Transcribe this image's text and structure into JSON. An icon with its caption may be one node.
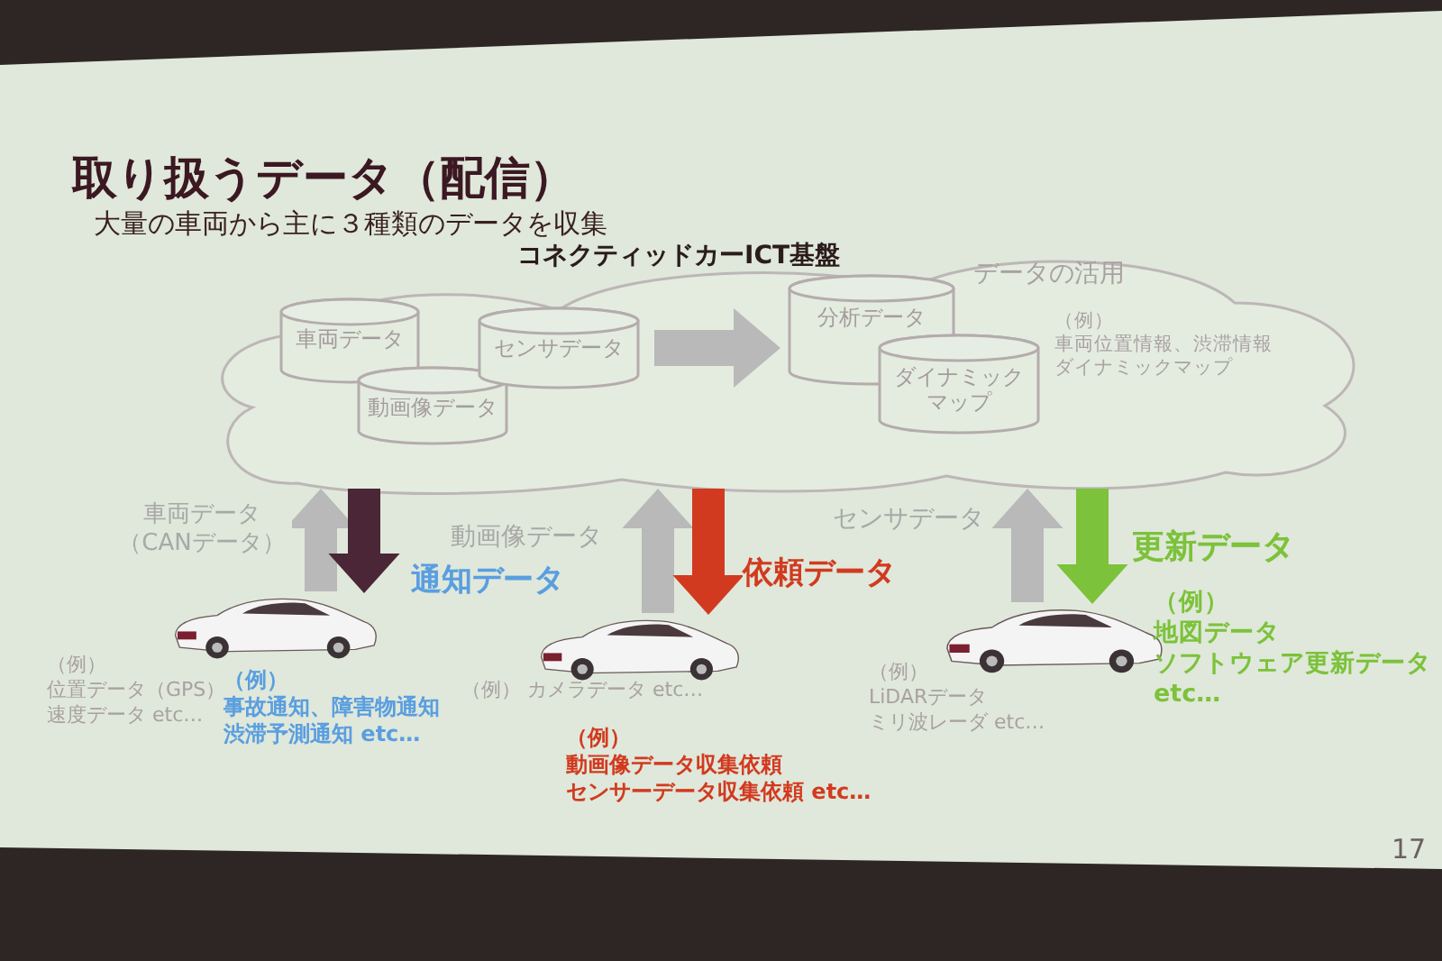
{
  "diagram": {
    "title": "取り扱うデータ（配信）",
    "nodes": [
      {
        "text": [
          "コネクティッドカーICT基盤",
          "データの活用",
          "（例）",
          "車両位置情報、渋滞情報",
          "ダイナミックマップ"
        ]
      },
      {
        "text": [
          "車両データ"
        ],
        "in": 0
      },
      {
        "text": [
          "動画像データ"
        ],
        "in": 0
      },
      {
        "text": [
          "センサデータ"
        ],
        "in": 0
      },
      {
        "text": [
          "分析データ"
        ],
        "in": 0
      },
      {
        "text": [
          "ダイナミックマップ"
        ],
        "in": 0
      },
      {
        "text": [],
        "shape": "picture"
      },
      {
        "text": [],
        "shape": "picture"
      },
      {
        "text": [],
        "shape": "picture"
      }
    ],
    "edges": [
      {
        "from": 3,
        "to": 4,
        "arrow": "to"
      },
      {
        "from": 6,
        "to": 0,
        "arrow": "to",
        "label": "車両データ（CANデータ）"
      },
      {
        "from": 0,
        "to": 6,
        "arrow": "to",
        "label": "通知データ",
        "color": "#4a2636"
      },
      {
        "from": 7,
        "to": 0,
        "arrow": "to",
        "label": "動画像データ"
      },
      {
        "from": 0,
        "to": 7,
        "arrow": "to",
        "label": "依頼データ",
        "color": "#d23a20"
      },
      {
        "from": 8,
        "to": 0,
        "arrow": "to",
        "label": "センサデータ"
      },
      {
        "from": 0,
        "to": 8,
        "arrow": "to",
        "label": "更新データ",
        "color": "#7cc23a"
      }
    ],
    "labels": [
      "大量の車両から主に３種類のデータを収集",
      "（例）",
      "位置データ（GPS）",
      "速度データ etc…",
      "（例）",
      "事故通知、障害物通知",
      "渋滞予測通知 etc…",
      "（例） カメラデータ etc…",
      "（例）",
      "動画像データ収集依頼",
      "センサーデータ収集依頼 etc…",
      "（例）",
      "LiDARデータ",
      "ミリ波レーダ etc…",
      "（例）",
      "地図データ",
      "ソフトウェア更新データ",
      "etc…",
      "17"
    ]
  }
}
